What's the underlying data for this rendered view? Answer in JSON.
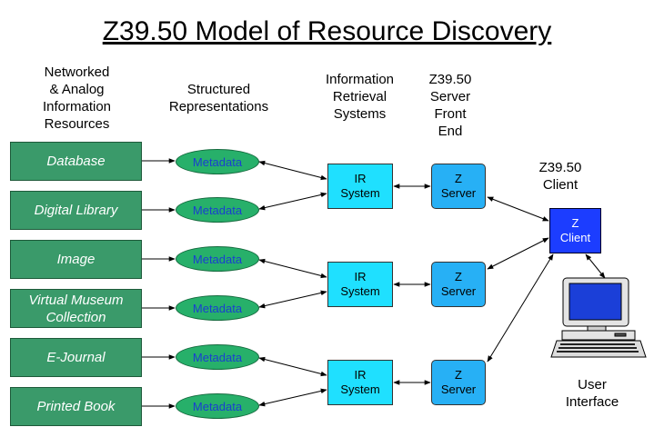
{
  "title": "Z39.50 Model of Resource Discovery",
  "headers": {
    "resources": "Networked\n& Analog\nInformation\nResources",
    "structured": "Structured\nRepresentations",
    "ir": "Information\nRetrieval\nSystems",
    "server": "Z39.50\nServer\nFront\nEnd",
    "client": "Z39.50\nClient",
    "user": "User\nInterface"
  },
  "resources": [
    "Database",
    "Digital Library",
    "Image",
    "Virtual Museum\nCollection",
    "E-Journal",
    "Printed Book"
  ],
  "metadata_label": "Metadata",
  "ir_label": "IR\nSystem",
  "server_label": "Z\nServer",
  "client_label": "Z\nClient",
  "colors": {
    "resource": "#3a9a6a",
    "metadata": "#27b06a",
    "ir": "#1fe0ff",
    "server": "#27b0f5",
    "client": "#1c3dff"
  }
}
